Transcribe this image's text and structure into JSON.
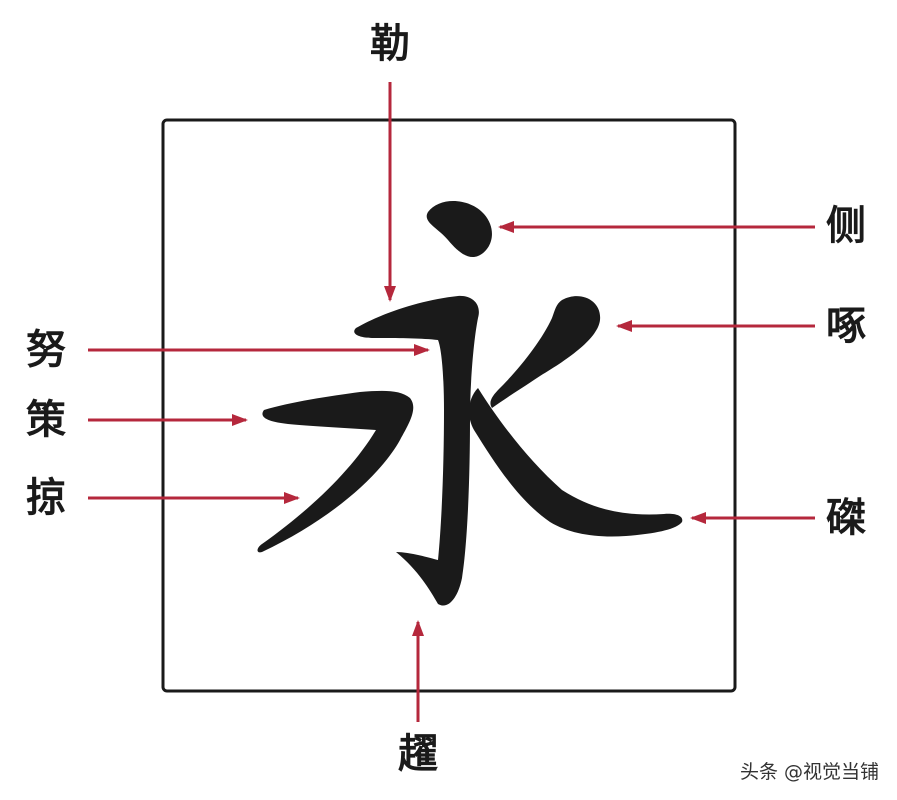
{
  "diagram": {
    "character": "永",
    "labels": {
      "top": "勒",
      "bottom": "趯",
      "right_ce": "侧",
      "right_zhuo": "啄",
      "right_zhe": "磔",
      "left_nu": "努",
      "left_ce": "策",
      "left_lue": "掠"
    }
  },
  "watermark": "头条 @视觉当铺",
  "colors": {
    "arrow": "#b5283c",
    "frame": "#1a1a1a",
    "stroke": "#1a1a1a"
  }
}
